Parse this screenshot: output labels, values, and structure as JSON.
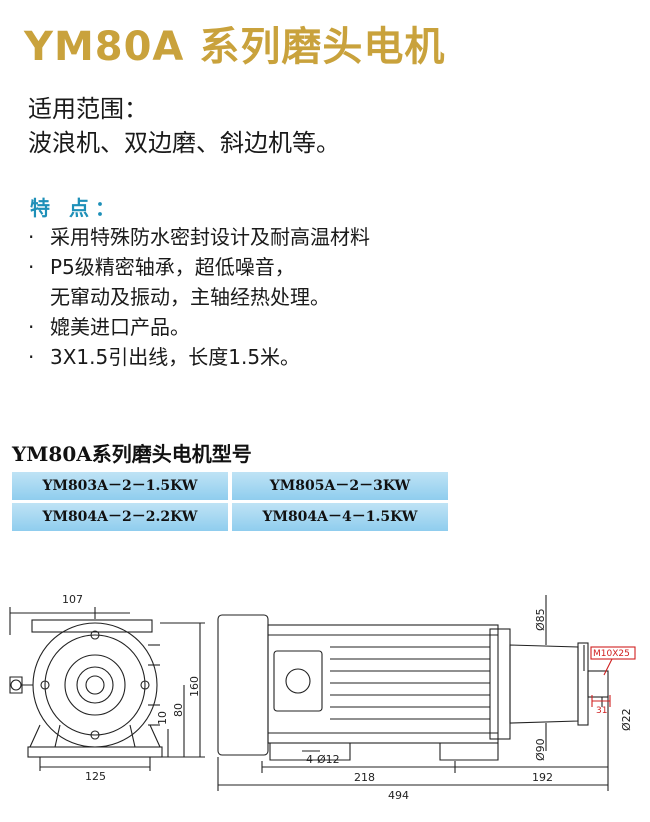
{
  "title": "YM80A 系列磨头电机",
  "scope": {
    "label": "适用范围：",
    "text": "波浪机、双边磨、斜边机等。"
  },
  "features": {
    "label": "特 点：",
    "bullet": "·",
    "items": [
      "采用特殊防水密封设计及耐高温材料",
      "P5级精密轴承，超低噪音，",
      "无窜动及振动，主轴经热处理。",
      "媲美进口产品。",
      "3X1.5引出线，长度1.5米。"
    ]
  },
  "models": {
    "title": "YM80A系列磨头电机型号",
    "cells": [
      "YM803A－2－1.5KW",
      "YM805A－2－3KW",
      "YM804A－2－2.2KW",
      "YM804A－4－1.5KW"
    ]
  },
  "drawing": {
    "dims": {
      "d107": "107",
      "d125": "125",
      "d10": "10",
      "d80": "80",
      "d160": "160",
      "d85": "Ø85",
      "m10": "M10X25",
      "d31": "31",
      "d22": "Ø22",
      "d90": "Ø90",
      "d4_12": "4-Ø12",
      "d218": "218",
      "d192": "192",
      "d494": "494"
    }
  }
}
